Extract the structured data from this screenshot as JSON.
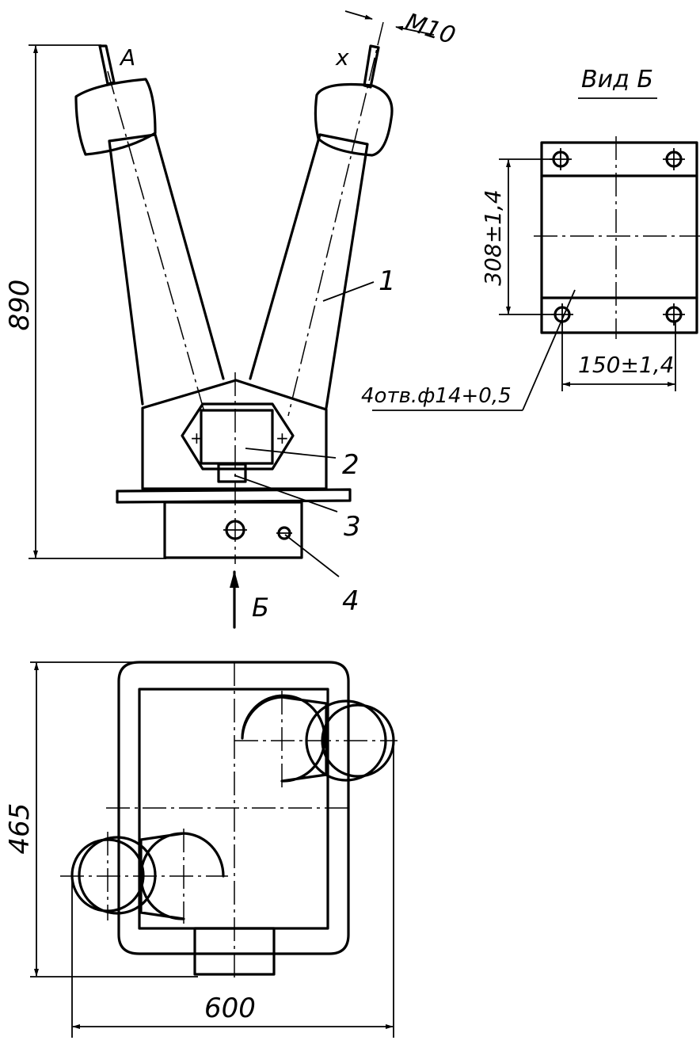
{
  "dimensions": {
    "height": "890",
    "thread": "M10",
    "holes_spacing": "308±1,4",
    "holes_pitch": "150±1,4",
    "holes": "4отв.ф14+0,5",
    "depth": "465",
    "width": "600"
  },
  "terminals": {
    "a": "A",
    "x": "x"
  },
  "view": {
    "title": "Вид Б",
    "arrow": "Б"
  },
  "callouts": [
    "1",
    "2",
    "3",
    "4"
  ]
}
